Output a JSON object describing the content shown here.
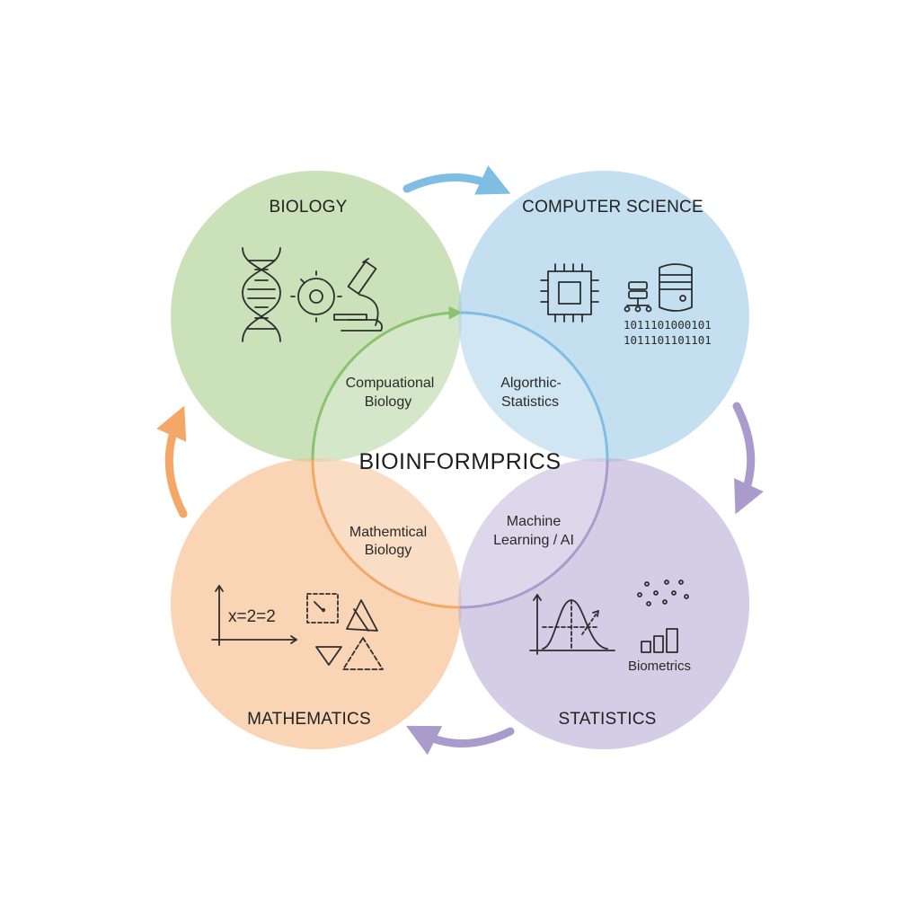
{
  "center": {
    "title": "BIOINFORMPRICS"
  },
  "domains": {
    "biology": {
      "label": "BIOLOGY",
      "color": "#a9cf8f"
    },
    "computer_science": {
      "label": "COMPUTER SCIENCE",
      "color": "#9fcbe6",
      "binary_line_1": "1011101000101",
      "binary_line_2": "1011101101101"
    },
    "mathematics": {
      "label": "MATHEMATICS",
      "color": "#f6b987",
      "equation": "x=2=2"
    },
    "statistics": {
      "label": "STATISTICS",
      "color": "#bcadd6",
      "sub_label": "Biometrics"
    }
  },
  "overlaps": {
    "bio_cs_line_1": "Compuational",
    "bio_cs_line_2": "Biology",
    "cs_stats_line_1": "Algorthic-",
    "cs_stats_line_2": "Statistics",
    "bio_math_line_1": "Mathemtical",
    "bio_math_line_2": "Biology",
    "stats_ml_line_1": "Machine",
    "stats_ml_line_2": "Learning / AI"
  },
  "arrows": {
    "top_color": "#7fbde3",
    "right_color": "#a99bcb",
    "bottom_color": "#a99bcb",
    "left_color": "#f3a868",
    "inner_color": "#8cc26f"
  },
  "icons": {
    "biology": [
      "dna-icon",
      "cell-icon",
      "microscope-icon"
    ],
    "computer_science": [
      "chip-icon",
      "network-icon",
      "server-icon"
    ],
    "mathematics": [
      "axes-icon",
      "dashed-square-icon",
      "triangle-icon",
      "inverted-triangle-icon",
      "dashed-triangle-icon"
    ],
    "statistics": [
      "distribution-curve-icon",
      "scatter-dots-icon",
      "bar-chart-icon"
    ]
  }
}
